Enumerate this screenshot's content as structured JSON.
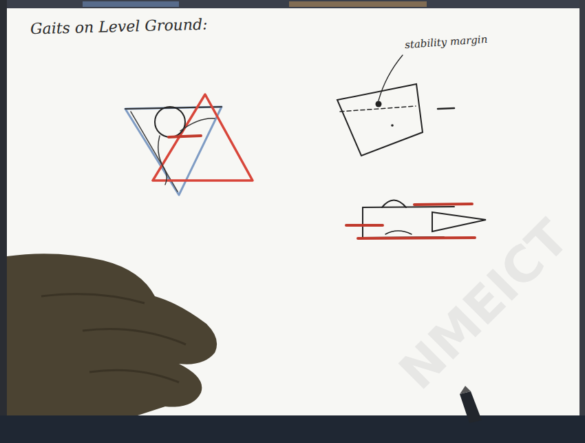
{
  "diagram": {
    "title": "Gaits on Level Ground:",
    "labels": [
      "stability margin",
      "NMEICT"
    ]
  }
}
